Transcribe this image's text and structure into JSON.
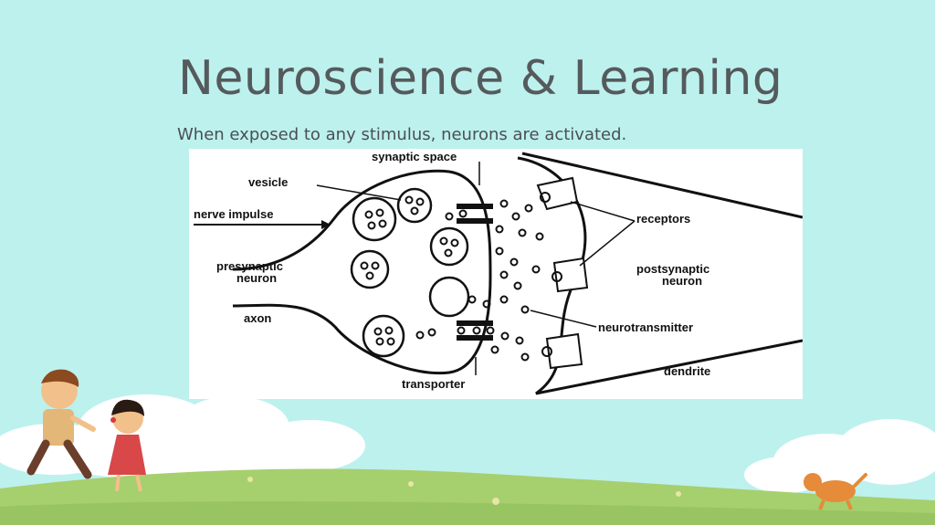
{
  "slide": {
    "title": "Neuroscience & Learning",
    "subtitle": "When exposed to any stimulus, neurons are activated."
  },
  "diagram": {
    "labels": {
      "synaptic_space": "synaptic space",
      "vesicle": "vesicle",
      "nerve_impulse": "nerve impulse",
      "presynaptic_neuron_1": "presynaptic",
      "presynaptic_neuron_2": "neuron",
      "axon": "axon",
      "transporter": "transporter",
      "receptors": "receptors",
      "postsynaptic_neuron_1": "postsynaptic",
      "postsynaptic_neuron_2": "neuron",
      "neurotransmitter": "neurotransmitter",
      "dendrite": "dendrite"
    }
  },
  "colors": {
    "background": "#bdf1ee",
    "grass": "#a6cf6e",
    "title_text": "#555a5c"
  }
}
